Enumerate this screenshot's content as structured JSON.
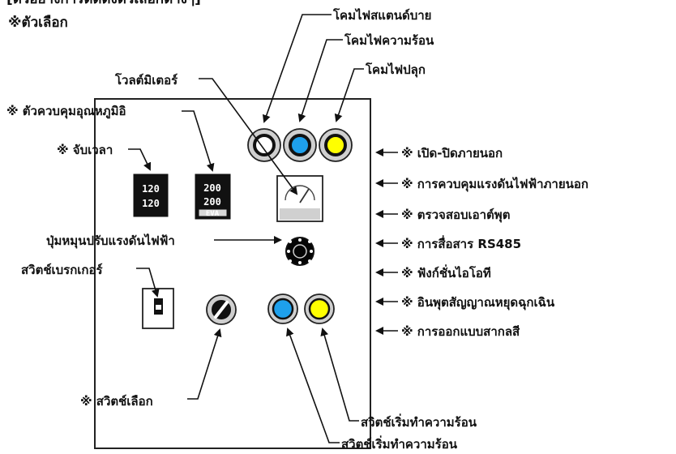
{
  "header": {
    "top_fragment": "[ตัวอย่างการติดตั้งตัวเลือกต่างๆ]",
    "subtitle": "※ตัวเลือก"
  },
  "labels": {
    "standby_lamp": "โคมไฟสแตนด์บาย",
    "heating_lamp": "โคมไฟความร้อน",
    "alarm_lamp": "โคมไฟปลุก",
    "voltmeter": "โวลต์มิเตอร์",
    "temp_controller": "※ ตัวควบคุมอุณหภูมิอิ",
    "timer": "※ จับเวลา",
    "voltage_knob": "ปุ่มหมุนปรับแรงดันไฟฟ้า",
    "breaker_switch": "สวิตช์เบรกเกอร์",
    "selector_switch": "※ สวิตช์เลือก",
    "heat_start_switch_1": "สวิตช์เริ่มทำความร้อน",
    "heat_start_switch_2": "สวิตช์เริ่มทำความร้อน"
  },
  "side_options": [
    "※ เปิด-ปิดภายนอก",
    "※ การควบคุมแรงดันไฟฟ้าภายนอก",
    "※ ตรวจสอบเอาต์พุต",
    "※ การสื่อสาร RS485",
    "※ ฟังก์ชั่นไอโอที",
    "※ อินพุตสัญญาณหยุดฉุกเฉิน",
    "※ การออกแบบสากลสี"
  ],
  "devices": {
    "timer_display_top": "120",
    "timer_display_bottom": "120",
    "temp_display_top": "200",
    "temp_display_bottom": "200",
    "temp_brand": "EVA"
  },
  "colors": {
    "panel_border": "#222222",
    "lamp_white": "#ffffff",
    "lamp_blue": "#1ea0ec",
    "lamp_yellow": "#ffff00",
    "device_black": "#111111",
    "knob_black": "#050505"
  }
}
